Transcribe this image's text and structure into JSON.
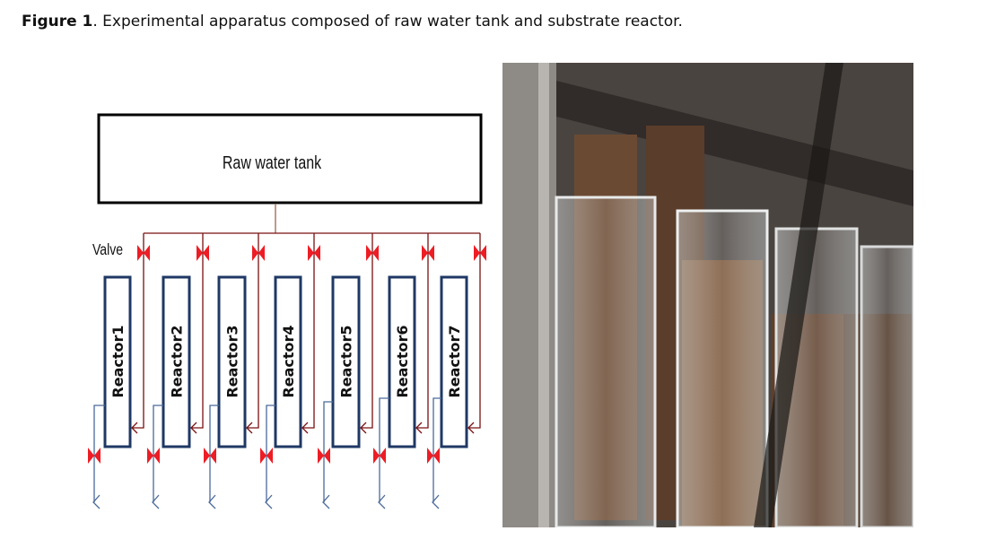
{
  "caption": {
    "label": "Figure 1",
    "text": ". Experimental apparatus composed of raw water tank and substrate reactor."
  },
  "diagram": {
    "tank_label": "Raw water tank",
    "valve_label": "Valve",
    "reactors": [
      "Reactor1",
      "Reactor2",
      "Reactor3",
      "Reactor4",
      "Reactor5",
      "Reactor6",
      "Reactor7"
    ],
    "colors": {
      "inflow": "#7a1010",
      "outflow": "#4a6a9a",
      "valve": "#ee1c24",
      "reactor": "#1f3864"
    }
  },
  "photo": {
    "subject": "photo"
  }
}
